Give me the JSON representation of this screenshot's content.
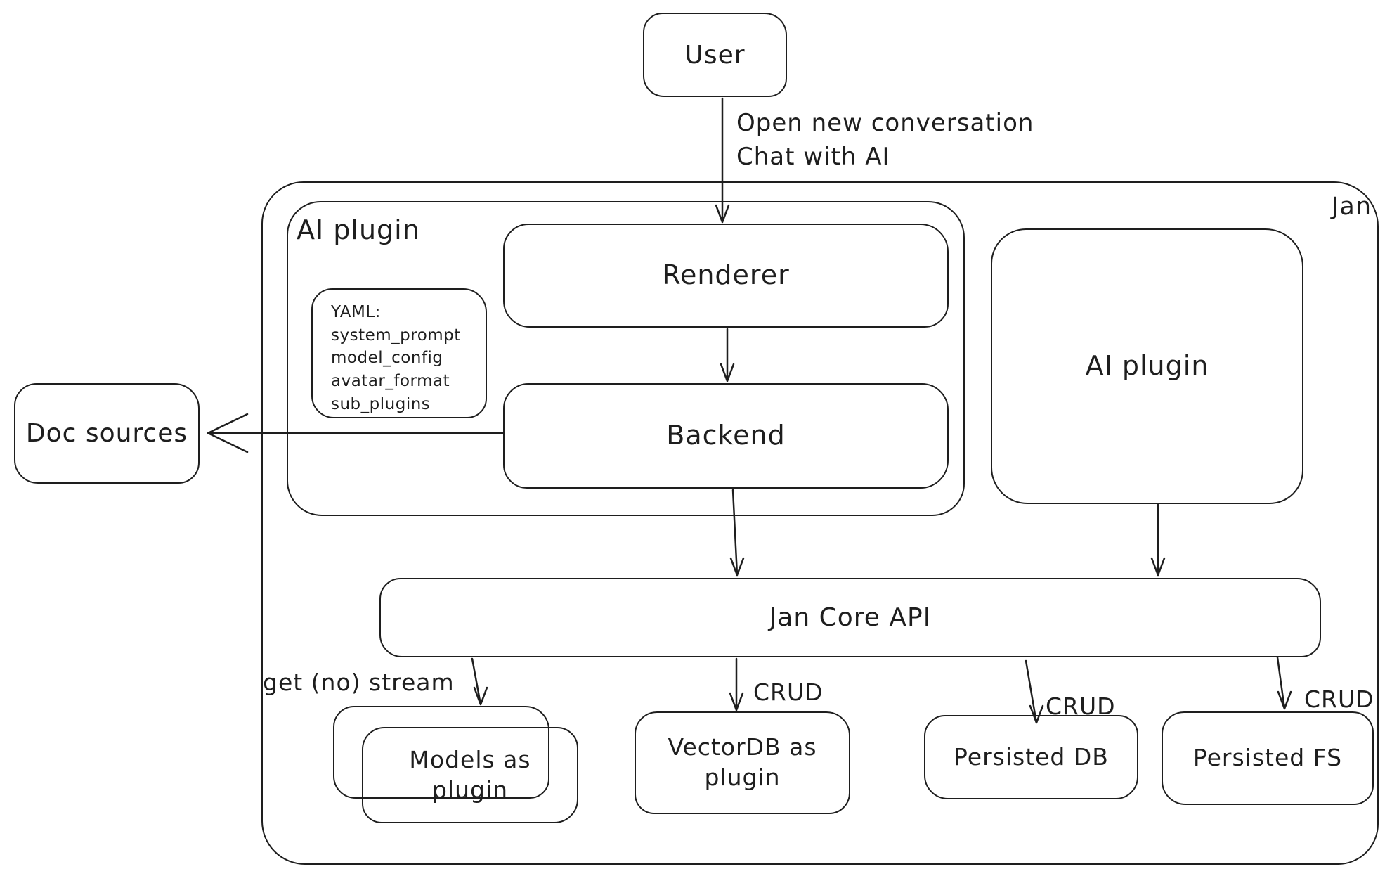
{
  "colors": {
    "stroke": "#1e1e1e",
    "background": "#ffffff"
  },
  "nodes": {
    "user": {
      "label": "User"
    },
    "jan_container": {
      "label": "Jan"
    },
    "ai_plugin_left": {
      "label": "AI plugin"
    },
    "yaml_note": {
      "title": "YAML:",
      "lines": [
        "system_prompt",
        "model_config",
        "avatar_format",
        "sub_plugins"
      ]
    },
    "renderer": {
      "label": "Renderer"
    },
    "backend": {
      "label": "Backend"
    },
    "doc_sources": {
      "label": "Doc sources"
    },
    "ai_plugin_right": {
      "label": "AI plugin"
    },
    "jan_core_api": {
      "label": "Jan Core API"
    },
    "models_as_plugin": {
      "label": "Models as plugin"
    },
    "vectordb_as_plugin": {
      "label": "VectorDB as plugin"
    },
    "persisted_db": {
      "label": "Persisted DB"
    },
    "persisted_fs": {
      "label": "Persisted FS"
    }
  },
  "edges": {
    "user_to_renderer": {
      "label": "Open new conversation\nChat with AI"
    },
    "api_to_models": {
      "label": "get (no) stream"
    },
    "api_to_vectordb": {
      "label": "CRUD"
    },
    "api_to_persisted_db": {
      "label": "CRUD"
    },
    "api_to_persisted_fs": {
      "label": "CRUD"
    }
  }
}
